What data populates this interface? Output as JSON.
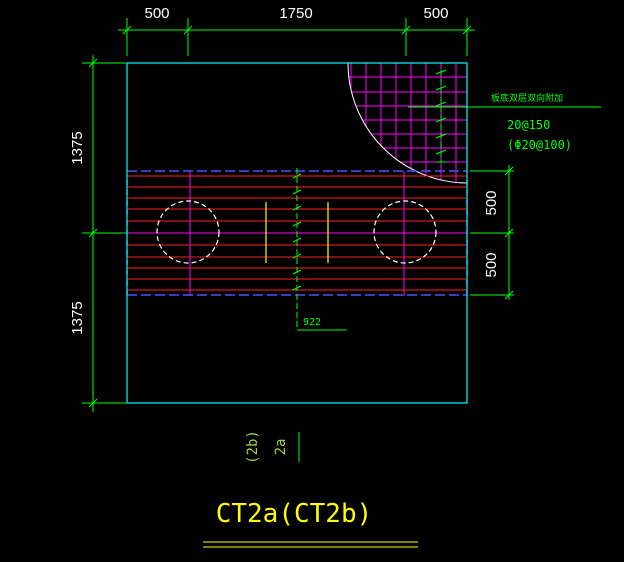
{
  "dims": {
    "top": [
      "500",
      "1750",
      "500"
    ],
    "left": [
      "1375",
      "1375"
    ],
    "right": [
      "500",
      "500"
    ]
  },
  "notes": {
    "chinese": "板底双层双向附加",
    "rebar_main": "20@150",
    "rebar_alt": "(Φ20@100)",
    "offset": "922"
  },
  "labels": {
    "sub_b": "(2b)",
    "sub_a": "2a",
    "title": "CT2a(CT2b)"
  },
  "colors": {
    "background": "#000000",
    "outline": "#00ffff",
    "dimension": "#00ff00",
    "red_bars": "#ff2020",
    "magenta_bars": "#ff00ff",
    "blue_dashed": "#4040ff",
    "title": "#ffff00"
  }
}
